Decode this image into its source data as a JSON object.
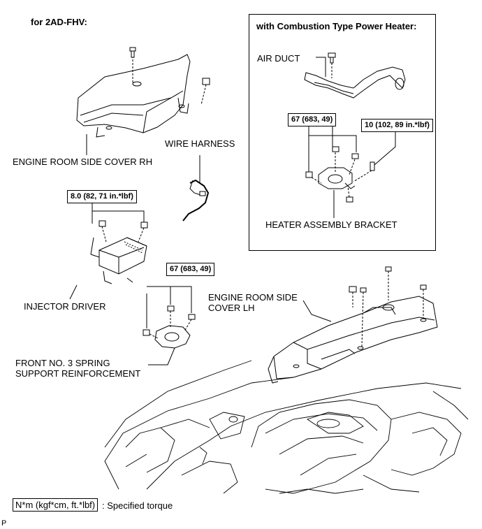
{
  "header": {
    "variant": "for 2AD-FHV:"
  },
  "inset": {
    "title": "with Combustion Type Power Heater:"
  },
  "labels": {
    "air_duct": "AIR DUCT",
    "wire_harness": "WIRE HARNESS",
    "engine_room_side_cover_rh": "ENGINE ROOM SIDE COVER RH",
    "heater_assembly_bracket": "HEATER ASSEMBLY BRACKET",
    "injector_driver": "INJECTOR DRIVER",
    "engine_room_side_cover_lh_1": "ENGINE ROOM SIDE",
    "engine_room_side_cover_lh_2": "COVER LH",
    "front_spring_1": "FRONT NO. 3 SPRING",
    "front_spring_2": "SUPPORT REINFORCEMENT"
  },
  "torques": {
    "heater_bracket_nut": "67 (683, 49)",
    "heater_bracket_bolt": "10 (102, 89 in.*lbf)",
    "injector_driver": "8.0 (82, 71 in.*lbf)",
    "spring_support": "67 (683, 49)"
  },
  "legend": {
    "unit": "N*m (kgf*cm, ft.*lbf)",
    "meaning": ": Specified torque"
  },
  "footer": {
    "code": "P"
  }
}
